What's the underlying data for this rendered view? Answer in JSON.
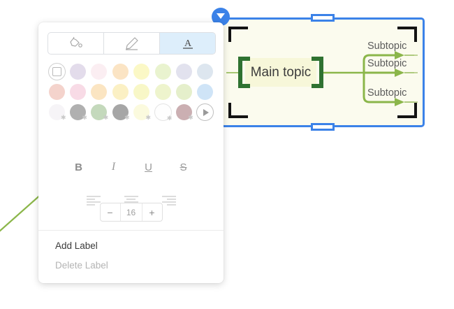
{
  "app": {
    "title": "Mind Map Editor — Text Format Panel"
  },
  "panel": {
    "tabs": [
      {
        "label": "",
        "icon": "fill-bucket-icon",
        "active": false
      },
      {
        "label": "",
        "icon": "pencil-icon",
        "active": false
      },
      {
        "label": "",
        "icon": "text-format-a-icon",
        "active": true
      }
    ],
    "swatch_rows": [
      {
        "row": 1,
        "swatches": [
          {
            "name": "no-color",
            "color": "#ffffff",
            "type": "ring",
            "star": false
          },
          {
            "name": "swatch-lavender",
            "color": "#e3dceb",
            "type": "solid",
            "star": false
          },
          {
            "name": "swatch-pale-pink",
            "color": "#fbeef2",
            "type": "solid",
            "star": false
          },
          {
            "name": "swatch-peach",
            "color": "#fbe4c4",
            "type": "solid",
            "star": false
          },
          {
            "name": "swatch-pale-yellow",
            "color": "#fbf8c6",
            "type": "solid",
            "star": false
          },
          {
            "name": "swatch-pale-green",
            "color": "#e9f3cf",
            "type": "solid",
            "star": false
          },
          {
            "name": "swatch-pale-periwinkle",
            "color": "#e2e2ee",
            "type": "solid",
            "star": false
          },
          {
            "name": "swatch-pale-blue-grey",
            "color": "#dde6ef",
            "type": "solid",
            "star": false
          }
        ]
      },
      {
        "row": 2,
        "swatches": [
          {
            "name": "swatch-salmon",
            "color": "#f4d3cc",
            "type": "solid",
            "star": false
          },
          {
            "name": "swatch-pink",
            "color": "#f8dbe6",
            "type": "solid",
            "star": false
          },
          {
            "name": "swatch-light-orange",
            "color": "#fbe5c2",
            "type": "solid",
            "star": false
          },
          {
            "name": "swatch-light-gold",
            "color": "#fbf0c4",
            "type": "solid",
            "star": false
          },
          {
            "name": "swatch-cream-yellow",
            "color": "#f8f7c7",
            "type": "solid",
            "star": false
          },
          {
            "name": "swatch-light-lime",
            "color": "#eef4cd",
            "type": "solid",
            "star": false
          },
          {
            "name": "swatch-light-moss",
            "color": "#e5efcb",
            "type": "solid",
            "star": false
          },
          {
            "name": "swatch-sky-blue",
            "color": "#cfe4f7",
            "type": "solid",
            "star": false
          }
        ]
      },
      {
        "row": 3,
        "swatches": [
          {
            "name": "swatch-near-white",
            "color": "#f6f4f7",
            "type": "solid",
            "star": true
          },
          {
            "name": "swatch-grey",
            "color": "#b0b0b0",
            "type": "solid",
            "star": true
          },
          {
            "name": "swatch-sage-green",
            "color": "#c4d9bc",
            "type": "solid",
            "star": true
          },
          {
            "name": "swatch-dark-grey",
            "color": "#a6a6a6",
            "type": "solid",
            "star": true
          },
          {
            "name": "swatch-ivory",
            "color": "#fbfade",
            "type": "solid",
            "star": true
          },
          {
            "name": "swatch-white",
            "color": "#fefefe",
            "type": "outline",
            "star": true
          },
          {
            "name": "swatch-dusty-rose",
            "color": "#cbafb2",
            "type": "solid",
            "star": true
          },
          {
            "name": "more-colors",
            "color": "",
            "type": "play",
            "star": false
          }
        ]
      }
    ],
    "text_styles": [
      {
        "name": "bold-button",
        "label": "B"
      },
      {
        "name": "italic-button",
        "label": "I"
      },
      {
        "name": "underline-button",
        "label": "U"
      },
      {
        "name": "strikethrough-button",
        "label": "S"
      }
    ],
    "alignment": [
      {
        "name": "align-left-button",
        "icon": "align-left-icon"
      },
      {
        "name": "align-center-button",
        "icon": "align-center-icon"
      },
      {
        "name": "align-right-button",
        "icon": "align-right-icon"
      }
    ],
    "font_size": {
      "decrease_label": "−",
      "value": "16",
      "increase_label": "+"
    },
    "menu": [
      {
        "name": "add-label-item",
        "label": "Add Label",
        "disabled": false
      },
      {
        "name": "delete-label-item",
        "label": "Delete Label",
        "disabled": true
      }
    ]
  },
  "mindmap": {
    "main_topic": "Main topic",
    "subtopics": [
      "Subtopic",
      "Subtopic",
      "Subtopic"
    ],
    "colors": {
      "node_fill": "#f7f7d9",
      "bracket_green": "#2f7231",
      "branch_green": "#8bb64a",
      "selection_blue": "#3b82e8",
      "canvas_fill": "#fbfbef",
      "text_gray": "#5b5b5b"
    }
  }
}
